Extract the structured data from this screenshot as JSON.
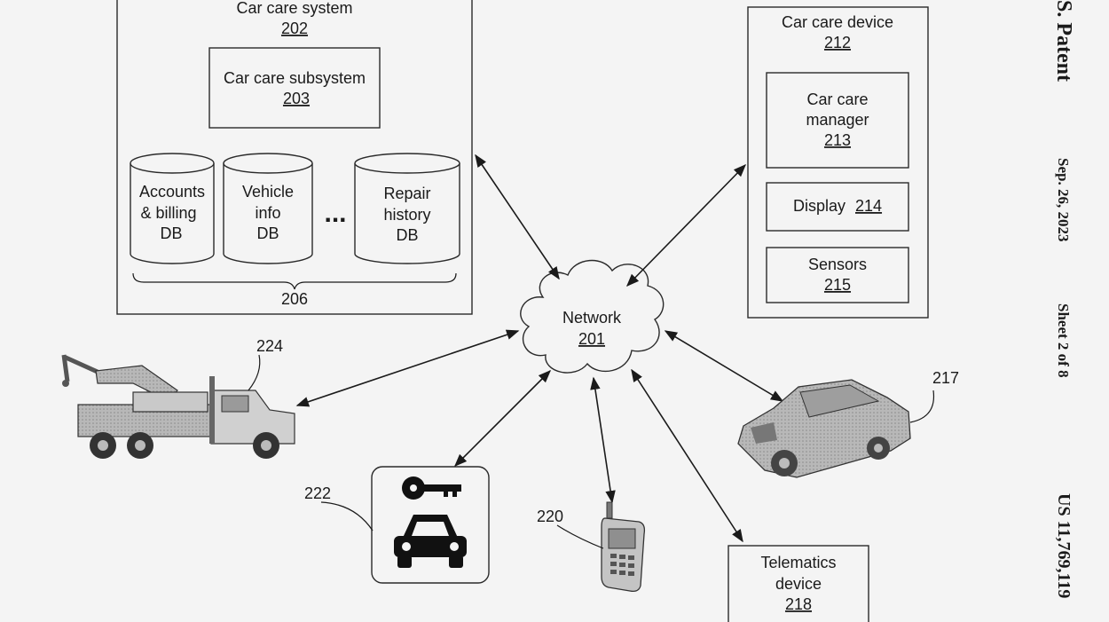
{
  "header": {
    "patent_left": "S. Patent",
    "date": "Sep. 26, 2023",
    "sheet": "Sheet 2 of 8",
    "patent_number": "US 11,769,119"
  },
  "system": {
    "title": "Car care system",
    "ref": "202",
    "subsystem_title": "Car care subsystem",
    "subsystem_ref": "203",
    "db1_lines": [
      "Accounts",
      "& billing",
      "DB"
    ],
    "db2_lines": [
      "Vehicle",
      "info",
      "DB"
    ],
    "ellipsis": "...",
    "db3_lines": [
      "Repair",
      "history",
      "DB"
    ],
    "group_ref": "206"
  },
  "device": {
    "title": "Car care device",
    "ref": "212",
    "manager_lines": [
      "Car care",
      "manager"
    ],
    "manager_ref": "213",
    "display_label": "Display",
    "display_ref": "214",
    "sensors_label": "Sensors",
    "sensors_ref": "215"
  },
  "network": {
    "label": "Network",
    "ref": "201"
  },
  "tow_truck": {
    "ref": "224",
    "icon": "tow-truck-icon"
  },
  "car": {
    "ref": "217",
    "icon": "car-icon"
  },
  "app": {
    "ref": "222",
    "icon": "key-car-app-icon"
  },
  "phone": {
    "ref": "220",
    "icon": "mobile-phone-icon"
  },
  "telematics": {
    "lines": [
      "Telematics",
      "device"
    ],
    "ref": "218"
  }
}
